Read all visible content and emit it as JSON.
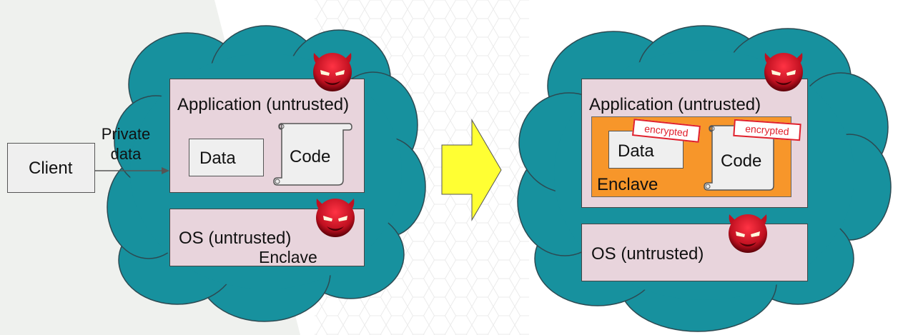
{
  "colors": {
    "cloud": "#17919e",
    "application": "#e8d4dc",
    "enclave": "#f7962a",
    "arrow": "#ffff33",
    "stamp": "#e0202c",
    "daemon": "#cc1122"
  },
  "icons": {
    "daemon": "devil-face-icon",
    "code": "scroll-icon"
  },
  "left": {
    "client_label": "Client",
    "private_data_label": "Private\ndata",
    "application_label": "Application (untrusted)",
    "data_label": "Data",
    "code_label": "Code",
    "os_label": "OS (untrusted)",
    "enclave_label": "Enclave"
  },
  "right": {
    "application_label": "Application (untrusted)",
    "data_label": "Data",
    "code_label": "Code",
    "enclave_label": "Enclave",
    "encrypted_data_stamp": "encrypted",
    "encrypted_code_stamp": "encrypted",
    "os_label": "OS (untrusted)"
  }
}
